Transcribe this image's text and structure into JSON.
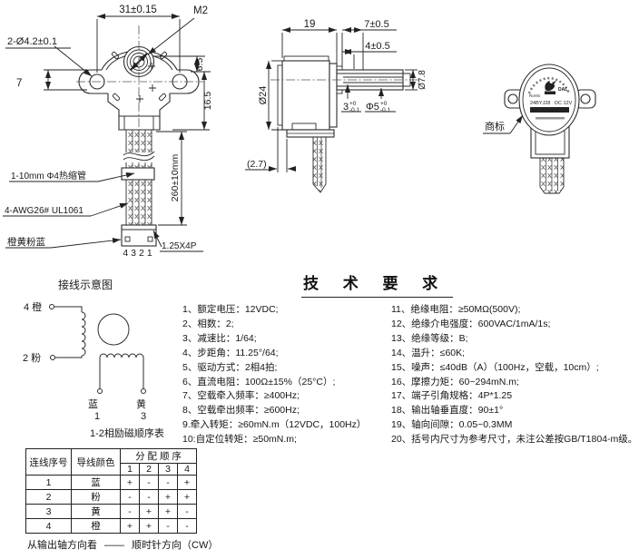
{
  "front_view": {
    "dim_width": "31±0.15",
    "screw": "M2",
    "holes": "2-Ø4.2±0.1",
    "dim_7": "7",
    "dim_6_5": "6.5",
    "dim_16_5": "16.5",
    "heatshrink": "1-10mm Φ4热缩管",
    "wire_spec": "4-AWG26# UL1061",
    "wire_colors": "橙黄粉蓝",
    "pin_numbers": "4321",
    "connector": "1.25X4P",
    "wire_length": "260±10mm"
  },
  "side_view": {
    "dim_19": "19",
    "dim_7": "7±0.5",
    "dim_4": "4±0.5",
    "dia_body": "Ø24",
    "dia_bush": "Ø7.8",
    "dim_3": "3",
    "tol_up": "+0",
    "tol_dn": "-0.1",
    "dia_shaft": "Φ5",
    "dim_2_7": "(2.7)"
  },
  "rear_view": {
    "trademark": "商标",
    "rohs": "RoHS",
    "model": "24BYJ28",
    "voltage": "DC 12V",
    "brand": "DAL"
  },
  "wiring": {
    "title": "接线示意图",
    "lead4": "4 橙",
    "lead2": "2 粉",
    "blue": "蓝",
    "yellow": "黄",
    "num1": "1",
    "num3": "3",
    "caption": "1-2相励磁顺序表"
  },
  "tech": {
    "title": "技 术 要 求",
    "items_left": [
      "1、额定电压：12VDC;",
      "2、相数：2;",
      "3、减速比：1/64;",
      "4、步距角：11.25°/64;",
      "5、驱动方式：2相4拍;",
      "6、直流电阻：100Ω±15%（25°C）;",
      "7、空载牵入频率：≥400Hz;",
      "8、空载牵出频率：≥600Hz;",
      "9.牵入转矩：≥60mN.m（12VDC，100Hz）",
      "10:自定位转矩：≥50mN.m;"
    ],
    "items_right": [
      "11、绝缘电阻：≥50MΩ(500V);",
      "12、绝缘介电强度：600VAC/1mA/1s;",
      "13、绝缘等级：B;",
      "14、温升：≤60K;",
      "15、噪声：≤40dB（A）（100Hz，空载，10cm）;",
      "16、摩擦力矩：60~294mN.m;",
      "17、端子引角规格：4P*1.25",
      "18、输出轴垂直度：90±1°",
      "19、轴向间隙：0.05~0.3MM",
      "20、括号内尺寸为参考尺寸，未注公差按GB/T1804-m级。"
    ]
  },
  "table": {
    "header_no": "连线序号",
    "header_color": "导线颜色",
    "header_assign": "分 配 顺 序",
    "steps": [
      "1",
      "2",
      "3",
      "4"
    ],
    "rows": [
      {
        "no": "1",
        "color": "蓝",
        "v": [
          "+",
          "-",
          "-",
          "+"
        ]
      },
      {
        "no": "2",
        "color": "粉",
        "v": [
          "-",
          "-",
          "+",
          "+"
        ]
      },
      {
        "no": "3",
        "color": "黄",
        "v": [
          "-",
          "+",
          "+",
          "-"
        ]
      },
      {
        "no": "4",
        "color": "橙",
        "v": [
          "+",
          "+",
          "-",
          "-"
        ]
      }
    ]
  },
  "footer": {
    "view_note": "从输出轴方向看",
    "separator": "——",
    "direction": "顺时针方向（CW）"
  },
  "colors": {
    "line": "#2b2b2b",
    "thin": "#444444",
    "ink": "#151515"
  }
}
